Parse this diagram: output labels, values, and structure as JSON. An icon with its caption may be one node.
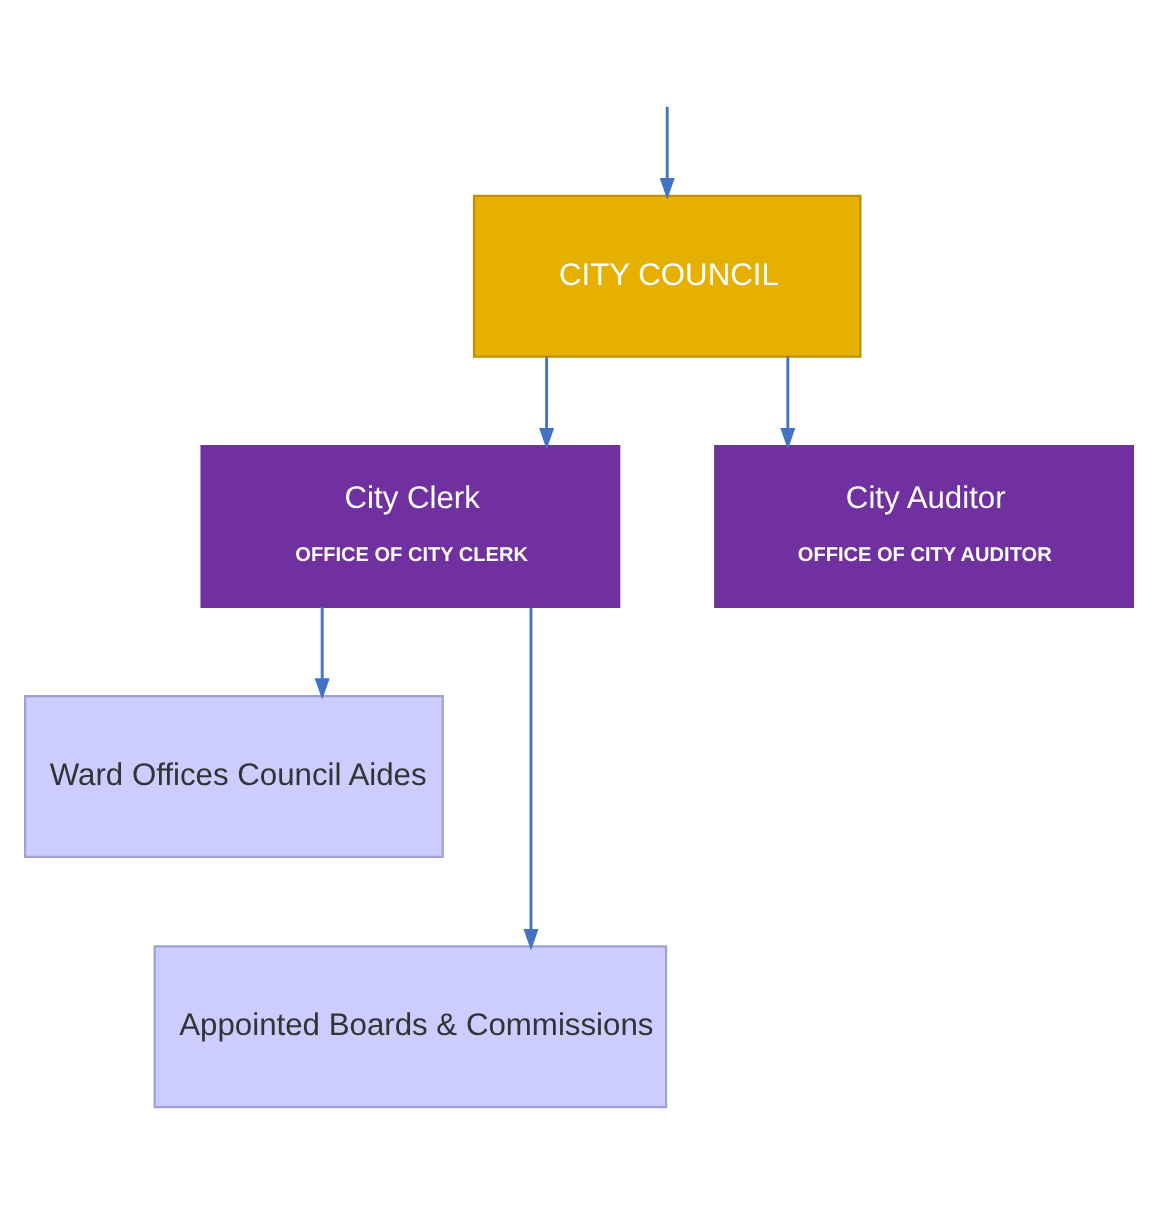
{
  "diagram": {
    "nodes": [
      {
        "text": [
          "CITY COUNCIL"
        ]
      },
      {
        "text": [
          "City Clerk",
          "OFFICE OF CITY CLERK"
        ]
      },
      {
        "text": [
          "City Auditor",
          "OFFICE OF CITY AUDITOR"
        ]
      },
      {
        "text": [
          "Ward Offices Council Aides"
        ]
      },
      {
        "text": [
          "Appointed Boards & Commissions"
        ]
      }
    ],
    "edges": [
      {
        "from": null,
        "to": 0,
        "arrow": "to"
      },
      {
        "from": 0,
        "to": 1,
        "arrow": "to"
      },
      {
        "from": 0,
        "to": 2,
        "arrow": "to"
      },
      {
        "from": 1,
        "to": 3,
        "arrow": "to"
      },
      {
        "from": 1,
        "to": 4,
        "arrow": "to"
      }
    ]
  }
}
